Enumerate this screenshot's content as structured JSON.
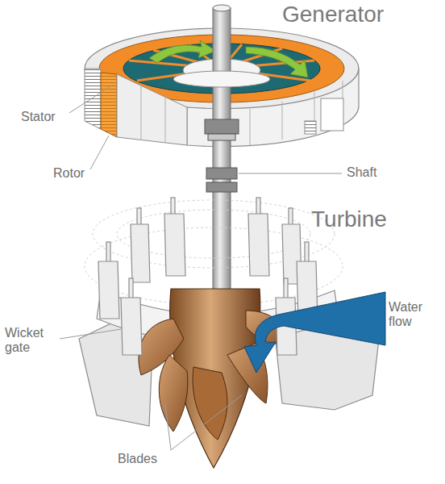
{
  "diagram": {
    "labels": [
      "Generator",
      "Stator",
      "Rotor",
      "Shaft",
      "Turbine",
      "Water flow",
      "Wicket gate",
      "Blades"
    ]
  }
}
